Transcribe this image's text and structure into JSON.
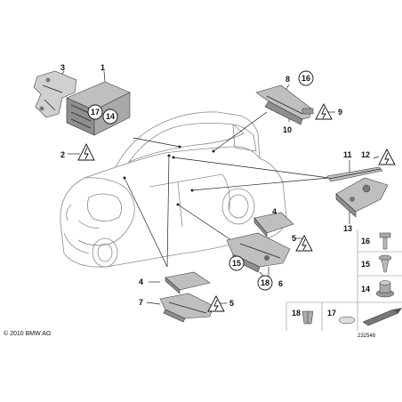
{
  "callouts": {
    "c1": "1",
    "c2": "2",
    "c3": "3",
    "c4a": "4",
    "c4b": "4",
    "c5a": "5",
    "c5b": "5",
    "c6": "6",
    "c7": "7",
    "c8": "8",
    "c9": "9",
    "c10": "10",
    "c11": "11",
    "c12": "12",
    "c13": "13",
    "c14": "14",
    "c15": "15",
    "c16": "16",
    "c17": "17",
    "c18": "18"
  },
  "legend": {
    "l16": "16",
    "l15": "15",
    "l14": "14",
    "l18": "18",
    "l17": "17"
  },
  "footer": {
    "copyright": "© 2010 BMW AG",
    "doc_id": "232548"
  },
  "icons": [
    "warning-triangle-icon",
    "bolt-icon",
    "screw-icon",
    "clip-icon",
    "nut-icon",
    "tape-icon"
  ]
}
